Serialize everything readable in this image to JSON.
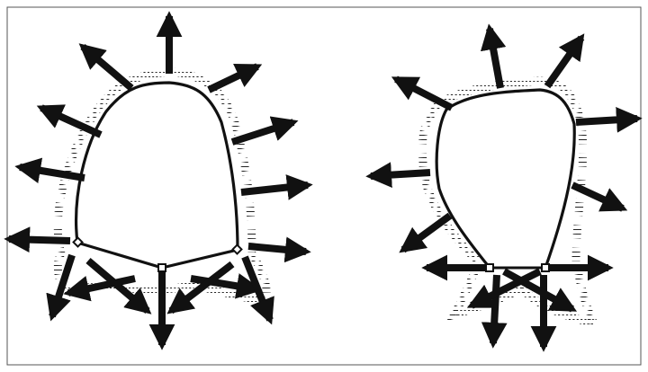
{
  "figure": {
    "panels": [
      {
        "id": "left",
        "shape": "rounded-arch",
        "bottom_vertices": 3
      },
      {
        "id": "right",
        "shape": "rounded-quadrilateral",
        "bottom_vertices": 2
      }
    ],
    "colors": {
      "ink": "#111111",
      "background": "#ffffff",
      "hatch": "#222222"
    },
    "icons": {
      "arrow": "arrowhead-triangle",
      "node": "square-node"
    }
  }
}
